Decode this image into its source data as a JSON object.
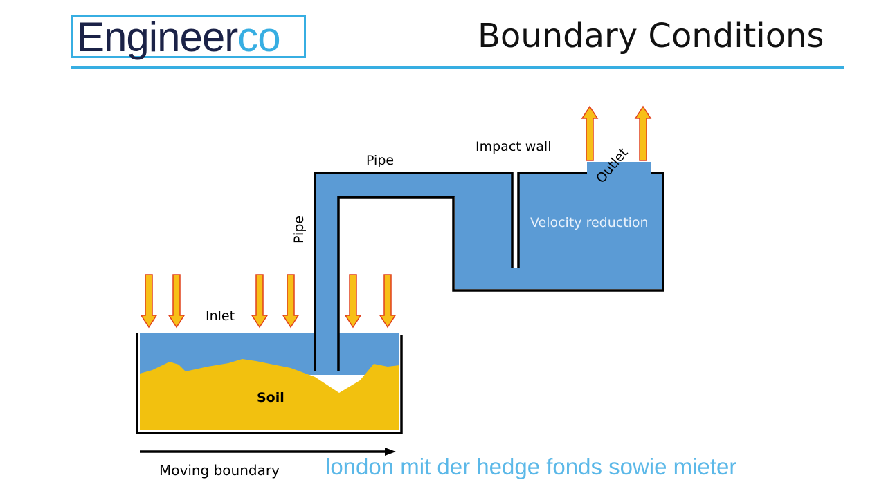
{
  "logo": {
    "text_main": "Engineer",
    "text_accent": "co"
  },
  "title": "Boundary Conditions",
  "diagram": {
    "labels": {
      "inlet": "Inlet",
      "pipe_vertical": "Pipe",
      "pipe_horizontal": "Pipe",
      "impact_wall": "Impact wall",
      "outlet": "Outlet",
      "velocity_reduction": "Velocity reduction",
      "soil": "Soil",
      "moving_boundary": "Moving boundary"
    },
    "colors": {
      "water": "#5b9bd5",
      "soil": "#f2c10f",
      "arrow_fill": "#f7bf18",
      "arrow_stroke": "#e0401c",
      "accent": "#37aee2"
    }
  },
  "subtitle": "london mit der hedge fonds sowie mieter"
}
